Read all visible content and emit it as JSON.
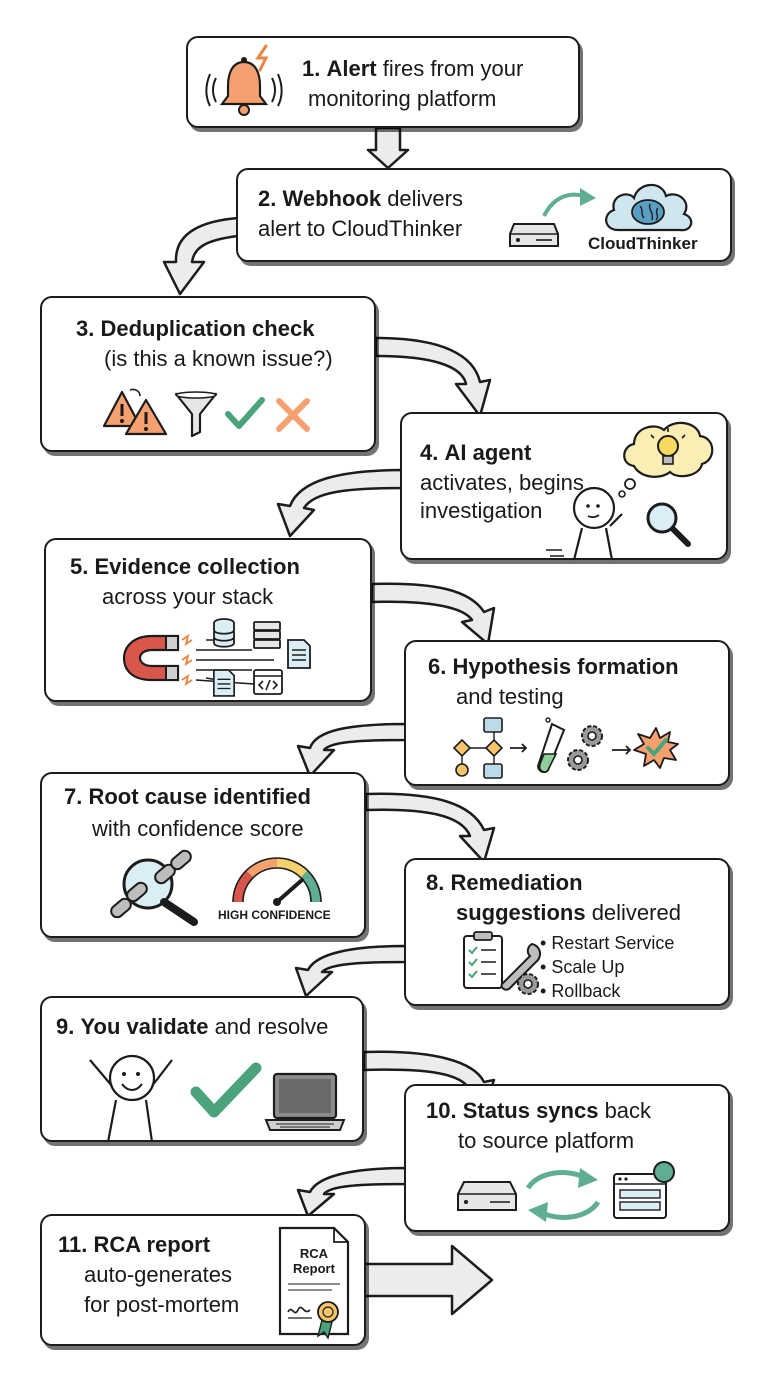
{
  "steps": [
    {
      "number": "1.",
      "bold": "Alert",
      "rest": " fires from your",
      "line2": "monitoring platform"
    },
    {
      "number": "2.",
      "bold": "Webhook",
      "rest": " delivers",
      "line2": "alert to CloudThinker",
      "badge": "CloudThinker"
    },
    {
      "number": "3.",
      "bold": "Deduplication check",
      "rest": "",
      "line2": "(is this a known issue?)"
    },
    {
      "number": "4.",
      "bold": "AI agent",
      "rest": "",
      "line2": "activates, begins",
      "line3": "investigation"
    },
    {
      "number": "5.",
      "bold": "Evidence collection",
      "rest": "",
      "line2": "across your stack"
    },
    {
      "number": "6.",
      "bold": "Hypothesis formation",
      "rest": "",
      "line2": "and testing"
    },
    {
      "number": "7.",
      "bold": "Root cause identified",
      "rest": "",
      "line2": "with confidence score",
      "gauge_label": "HIGH CONFIDENCE"
    },
    {
      "number": "8.",
      "bold": "Remediation",
      "rest": "",
      "line2_bold": "suggestions",
      "line2": " delivered",
      "options": [
        "Restart Service",
        "Scale Up",
        "Rollback"
      ]
    },
    {
      "number": "9.",
      "bold": "You validate",
      "rest": " and resolve"
    },
    {
      "number": "10.",
      "bold": "Status syncs",
      "rest": " back",
      "line2": "to source platform"
    },
    {
      "number": "11.",
      "bold": "RCA report",
      "rest": "",
      "line2": "auto-generates",
      "line3": "for post-mortem",
      "doc_title": "RCA Report"
    }
  ],
  "colors": {
    "alert_orange": "#f4a06f",
    "check_green": "#4aa37a",
    "teal": "#5fae94",
    "cloud_blue": "#cfe6ef",
    "bulb_yellow": "#fbeeb4",
    "magnet_red": "#d9564a"
  },
  "icons": [
    "bell-icon",
    "server-icon",
    "cloud-brain-icon",
    "warning-icon",
    "funnel-icon",
    "check-icon",
    "cross-icon",
    "thought-lightbulb-icon",
    "stick-figure-icon",
    "magnifier-icon",
    "magnet-icon",
    "database-icon",
    "document-icon",
    "code-window-icon",
    "flowchart-icon",
    "test-tube-icon",
    "gears-icon",
    "burst-check-icon",
    "broken-chain-icon",
    "gauge-icon",
    "clipboard-icon",
    "wrench-gear-icon",
    "happy-figure-icon",
    "laptop-icon",
    "sync-arrows-icon",
    "browser-window-icon",
    "certificate-icon"
  ]
}
